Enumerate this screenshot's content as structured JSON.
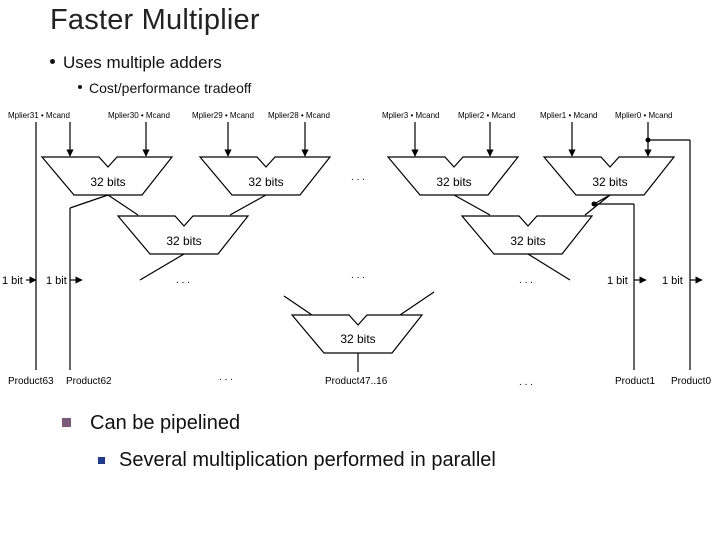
{
  "slide": {
    "title": "Faster Multiplier",
    "bullets": [
      {
        "text": "Uses multiple adders",
        "level": 1
      },
      {
        "text": "Cost/performance tradeoff",
        "level": 2
      },
      {
        "text": "Can be pipelined",
        "level": 1
      },
      {
        "text": "Several multiplication performed in parallel",
        "level": 2
      }
    ]
  },
  "diagram": {
    "inputs": [
      "Mplier31 • Mcand",
      "Mplier30 • Mcand",
      "Mplier29 • Mcand",
      "Mplier28 • Mcand",
      "Mplier3 • Mcand",
      "Mplier2 • Mcand",
      "Mplier1 • Mcand",
      "Mplier0 • Mcand"
    ],
    "adder_label": "32 bits",
    "side_labels": [
      "1 bit",
      "1 bit",
      "1 bit",
      "1 bit"
    ],
    "outputs": [
      "Product63",
      "Product62",
      "Product47..16",
      "Product1",
      "Product0"
    ],
    "ellipsis": ". . ."
  }
}
